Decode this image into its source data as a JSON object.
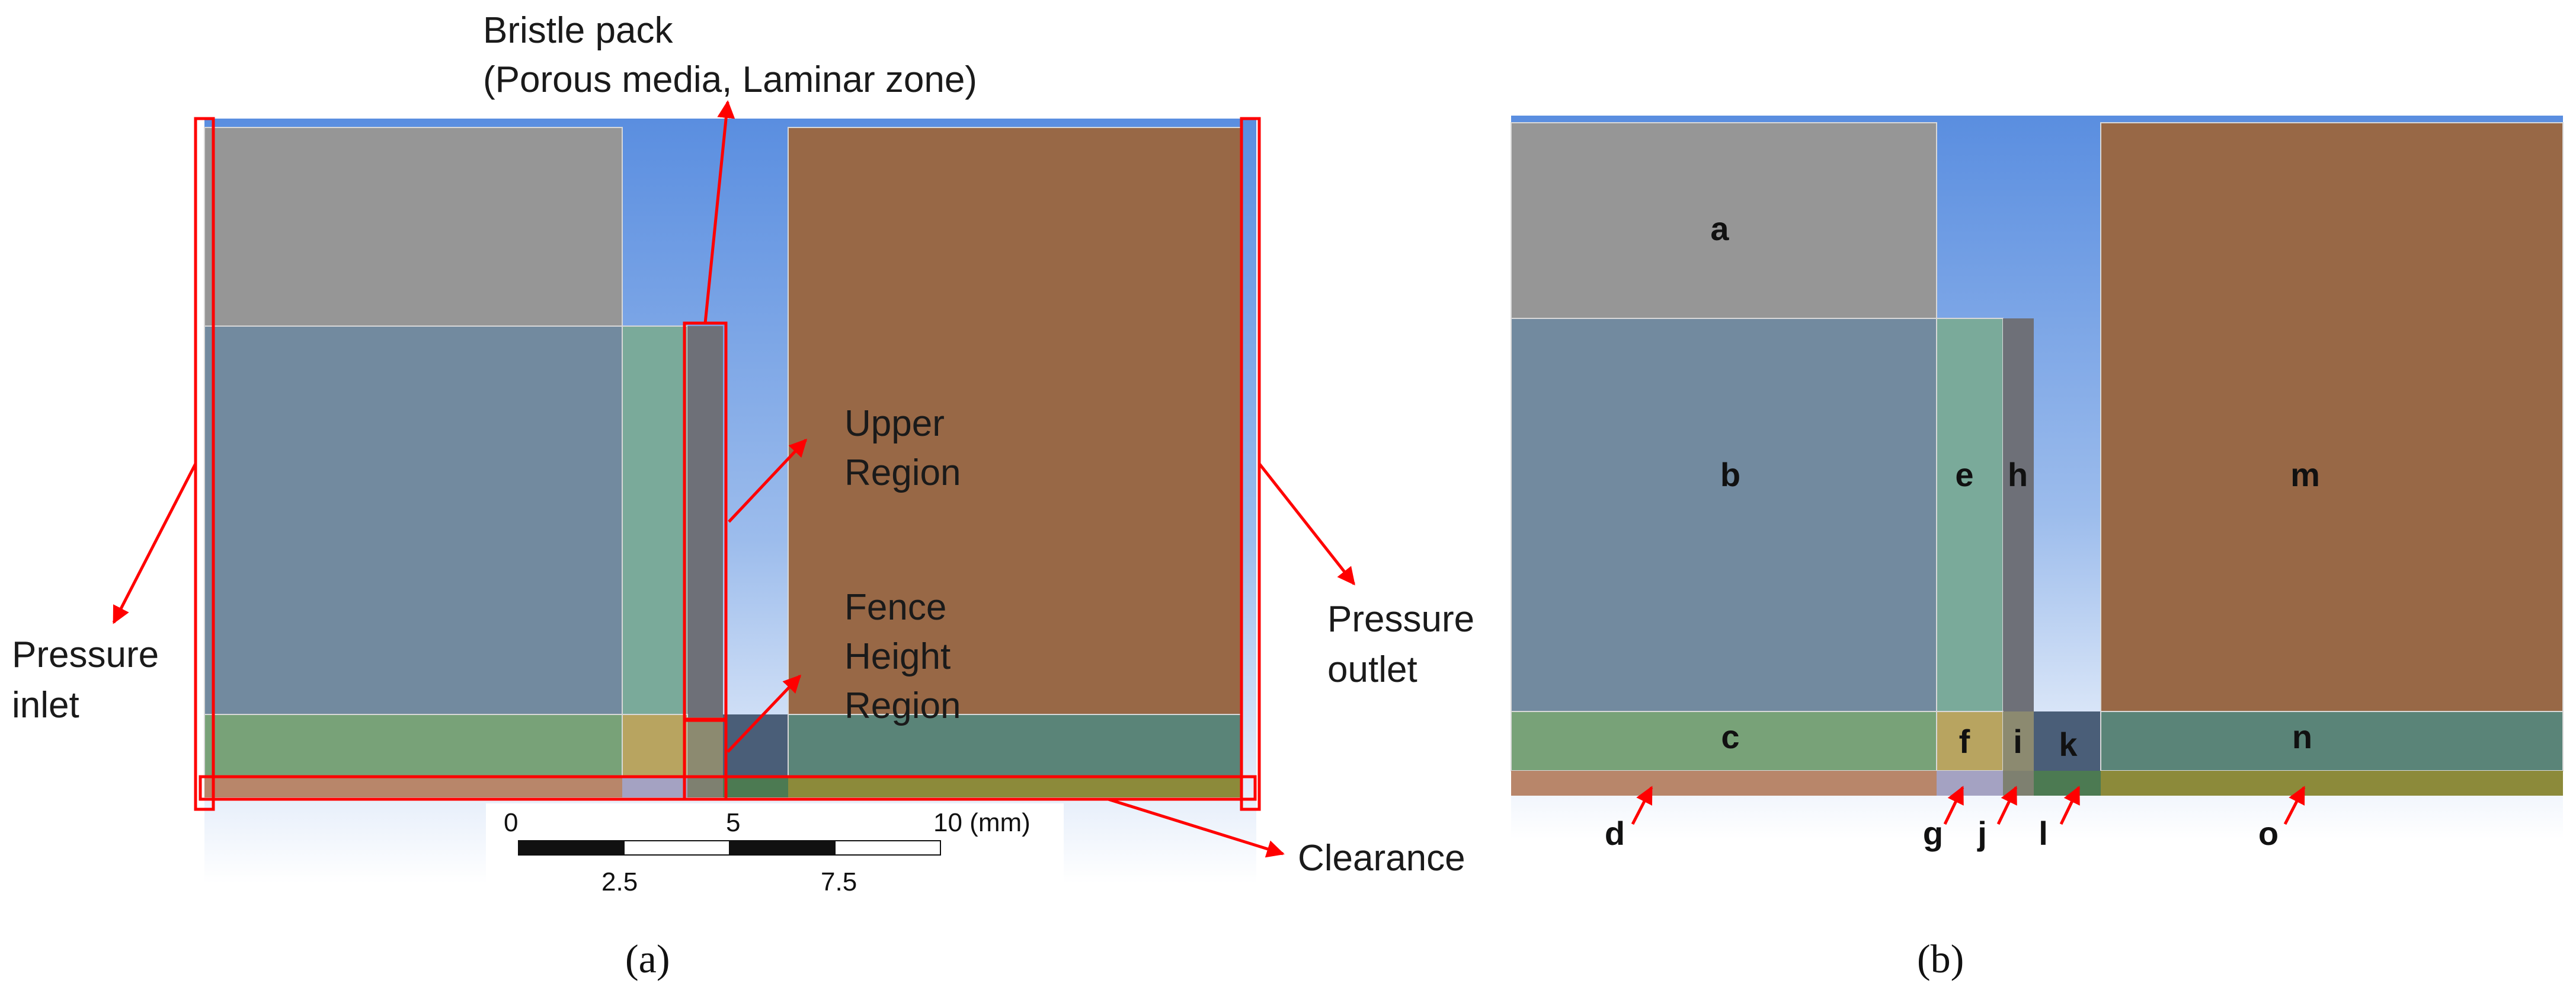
{
  "panel_a": {
    "caption": "(a)",
    "labels": {
      "bristle_line1": "Bristle pack",
      "bristle_line2": "(Porous media, Laminar zone)",
      "upper_line1": "Upper",
      "upper_line2": "Region",
      "fence_line1": "Fence",
      "fence_line2": "Height",
      "fence_line3": "Region",
      "inlet_line1": "Pressure",
      "inlet_line2": "inlet",
      "outlet_line1": "Pressure",
      "outlet_line2": "outlet",
      "clearance": "Clearance"
    },
    "scale_bar": {
      "top_ticks": [
        "0",
        "5",
        "10 (mm)"
      ],
      "bottom_ticks": [
        "2.5",
        "7.5"
      ]
    }
  },
  "panel_b": {
    "caption": "(b)",
    "region_letters": {
      "a": "a",
      "b": "b",
      "c": "c",
      "d": "d",
      "e": "e",
      "f": "f",
      "g": "g",
      "h": "h",
      "i": "i",
      "j": "j",
      "k": "k",
      "l": "l",
      "m": "m",
      "n": "n",
      "o": "o"
    }
  },
  "colors": {
    "sky_top": "#5a8ee0",
    "gray": "#969696",
    "blue_gray": "#728a9f",
    "teal": "#7aaa9a",
    "bristle": "#6e7078",
    "brown": "#986846",
    "green": "#78a278",
    "khaki": "#b8a460",
    "navy": "#4a5e78",
    "teal_dark": "#5a8478",
    "salmon": "#b8866a",
    "olive": "#8c8a3a",
    "lavender": "#a4a2c2",
    "highlight": "#ff0000"
  }
}
